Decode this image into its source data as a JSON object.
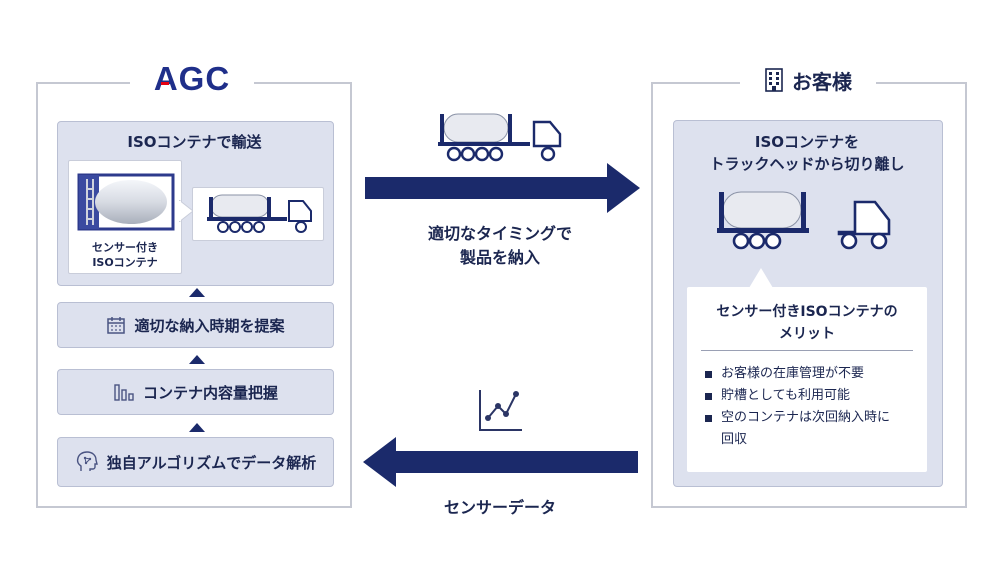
{
  "left": {
    "logo": "AGC",
    "transport_title": "ISOコンテナで輸送",
    "container_caption_line1": "センサー付き",
    "container_caption_line2": "ISOコンテナ",
    "steps": [
      {
        "label": "適切な納入時期を提案",
        "icon": "calendar-icon"
      },
      {
        "label": "コンテナ内容量把握",
        "icon": "bar-chart-icon"
      },
      {
        "label": "独自アルゴリズムでデータ解析",
        "icon": "ai-head-icon"
      }
    ]
  },
  "middle": {
    "delivery_line1": "適切なタイミングで",
    "delivery_line2": "製品を納入",
    "sensor_label": "センサーデータ"
  },
  "right": {
    "title": "お客様",
    "detach_line1": "ISOコンテナを",
    "detach_line2": "トラックヘッドから切り離し",
    "merit_title_line1": "センサー付きISOコンテナの",
    "merit_title_line2": "メリット",
    "merits": [
      "お客様の在庫管理が不要",
      "貯槽としても利用可能",
      "空のコンテナは次回納入時に",
      "回収"
    ]
  },
  "colors": {
    "navy": "#1b2a6b",
    "logo_blue": "#1f2f8a",
    "logo_red": "#e60012",
    "panel": "#dde1ee",
    "frame": "#c5c8d2"
  }
}
